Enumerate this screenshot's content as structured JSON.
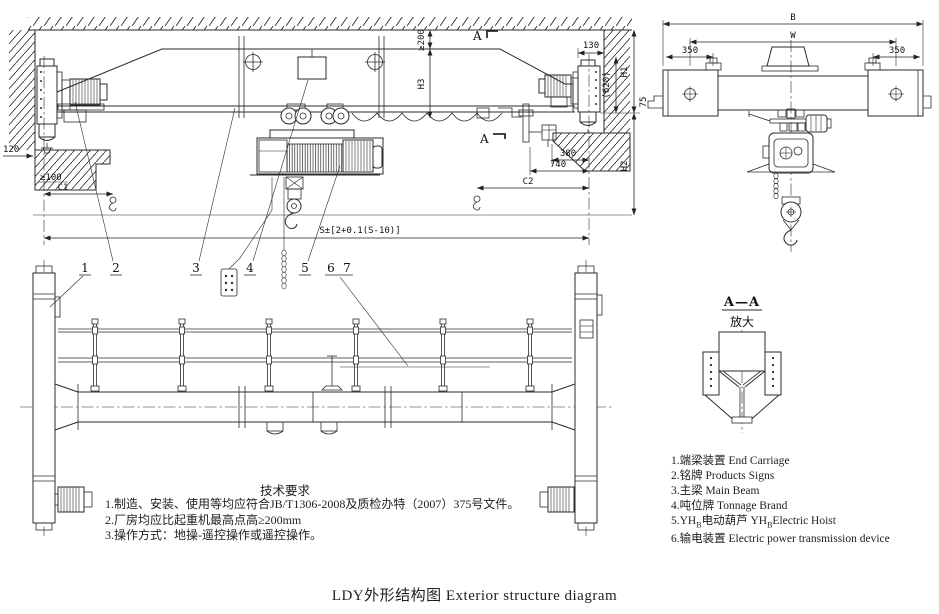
{
  "title": "LDY外形结构图 Exterior structure diagram",
  "front_view": {
    "dims": {
      "d120": "120",
      "ge100": "≥100",
      "c1": "C1",
      "ge200": "≥200",
      "h3": "H3",
      "d130": "130",
      "d620": "(620)",
      "h1": "H1",
      "h2": "H2",
      "d380": "380",
      "d740": "740",
      "c2": "C2",
      "span": "S±[2+0.1(S-10)]"
    },
    "section_marks": {
      "upper": "A",
      "lower": "A"
    }
  },
  "side_view": {
    "dims": {
      "b": "B",
      "w": "W",
      "left_350": "350",
      "right_350": "350",
      "d75": "75"
    }
  },
  "plan_view": {
    "callouts": [
      "1",
      "2",
      "3",
      "4",
      "5",
      "6",
      "7"
    ]
  },
  "detail_view": {
    "label": "A—A",
    "sublabel": "放大"
  },
  "tech_requirements": {
    "heading": "技术要求",
    "line1": "1.制造、安装、使用等均应符合JB/T1306-2008及质检办特（2007）375号文件。",
    "line2": "2.厂房均应比起重机最高点高≥200mm",
    "line3": "3.操作方式：地操-遥控操作或遥控操作。"
  },
  "legend": {
    "item1": "1.端梁装置 End Carriage",
    "item2": "2.铭牌 Products Signs",
    "item3": "3.主梁 Main Beam",
    "item4": "4.吨位牌 Tonnage Brand",
    "item5_pre": "5.YH",
    "item5_sub1": "B",
    "item5_mid": "电动葫芦 YH",
    "item5_sub2": "B",
    "item5_post": "Electric Hoist",
    "item6": "6.输电装置 Electric power transmission device"
  },
  "colors": {
    "ink": "#2b2b2b",
    "paper": "#ffffff"
  }
}
